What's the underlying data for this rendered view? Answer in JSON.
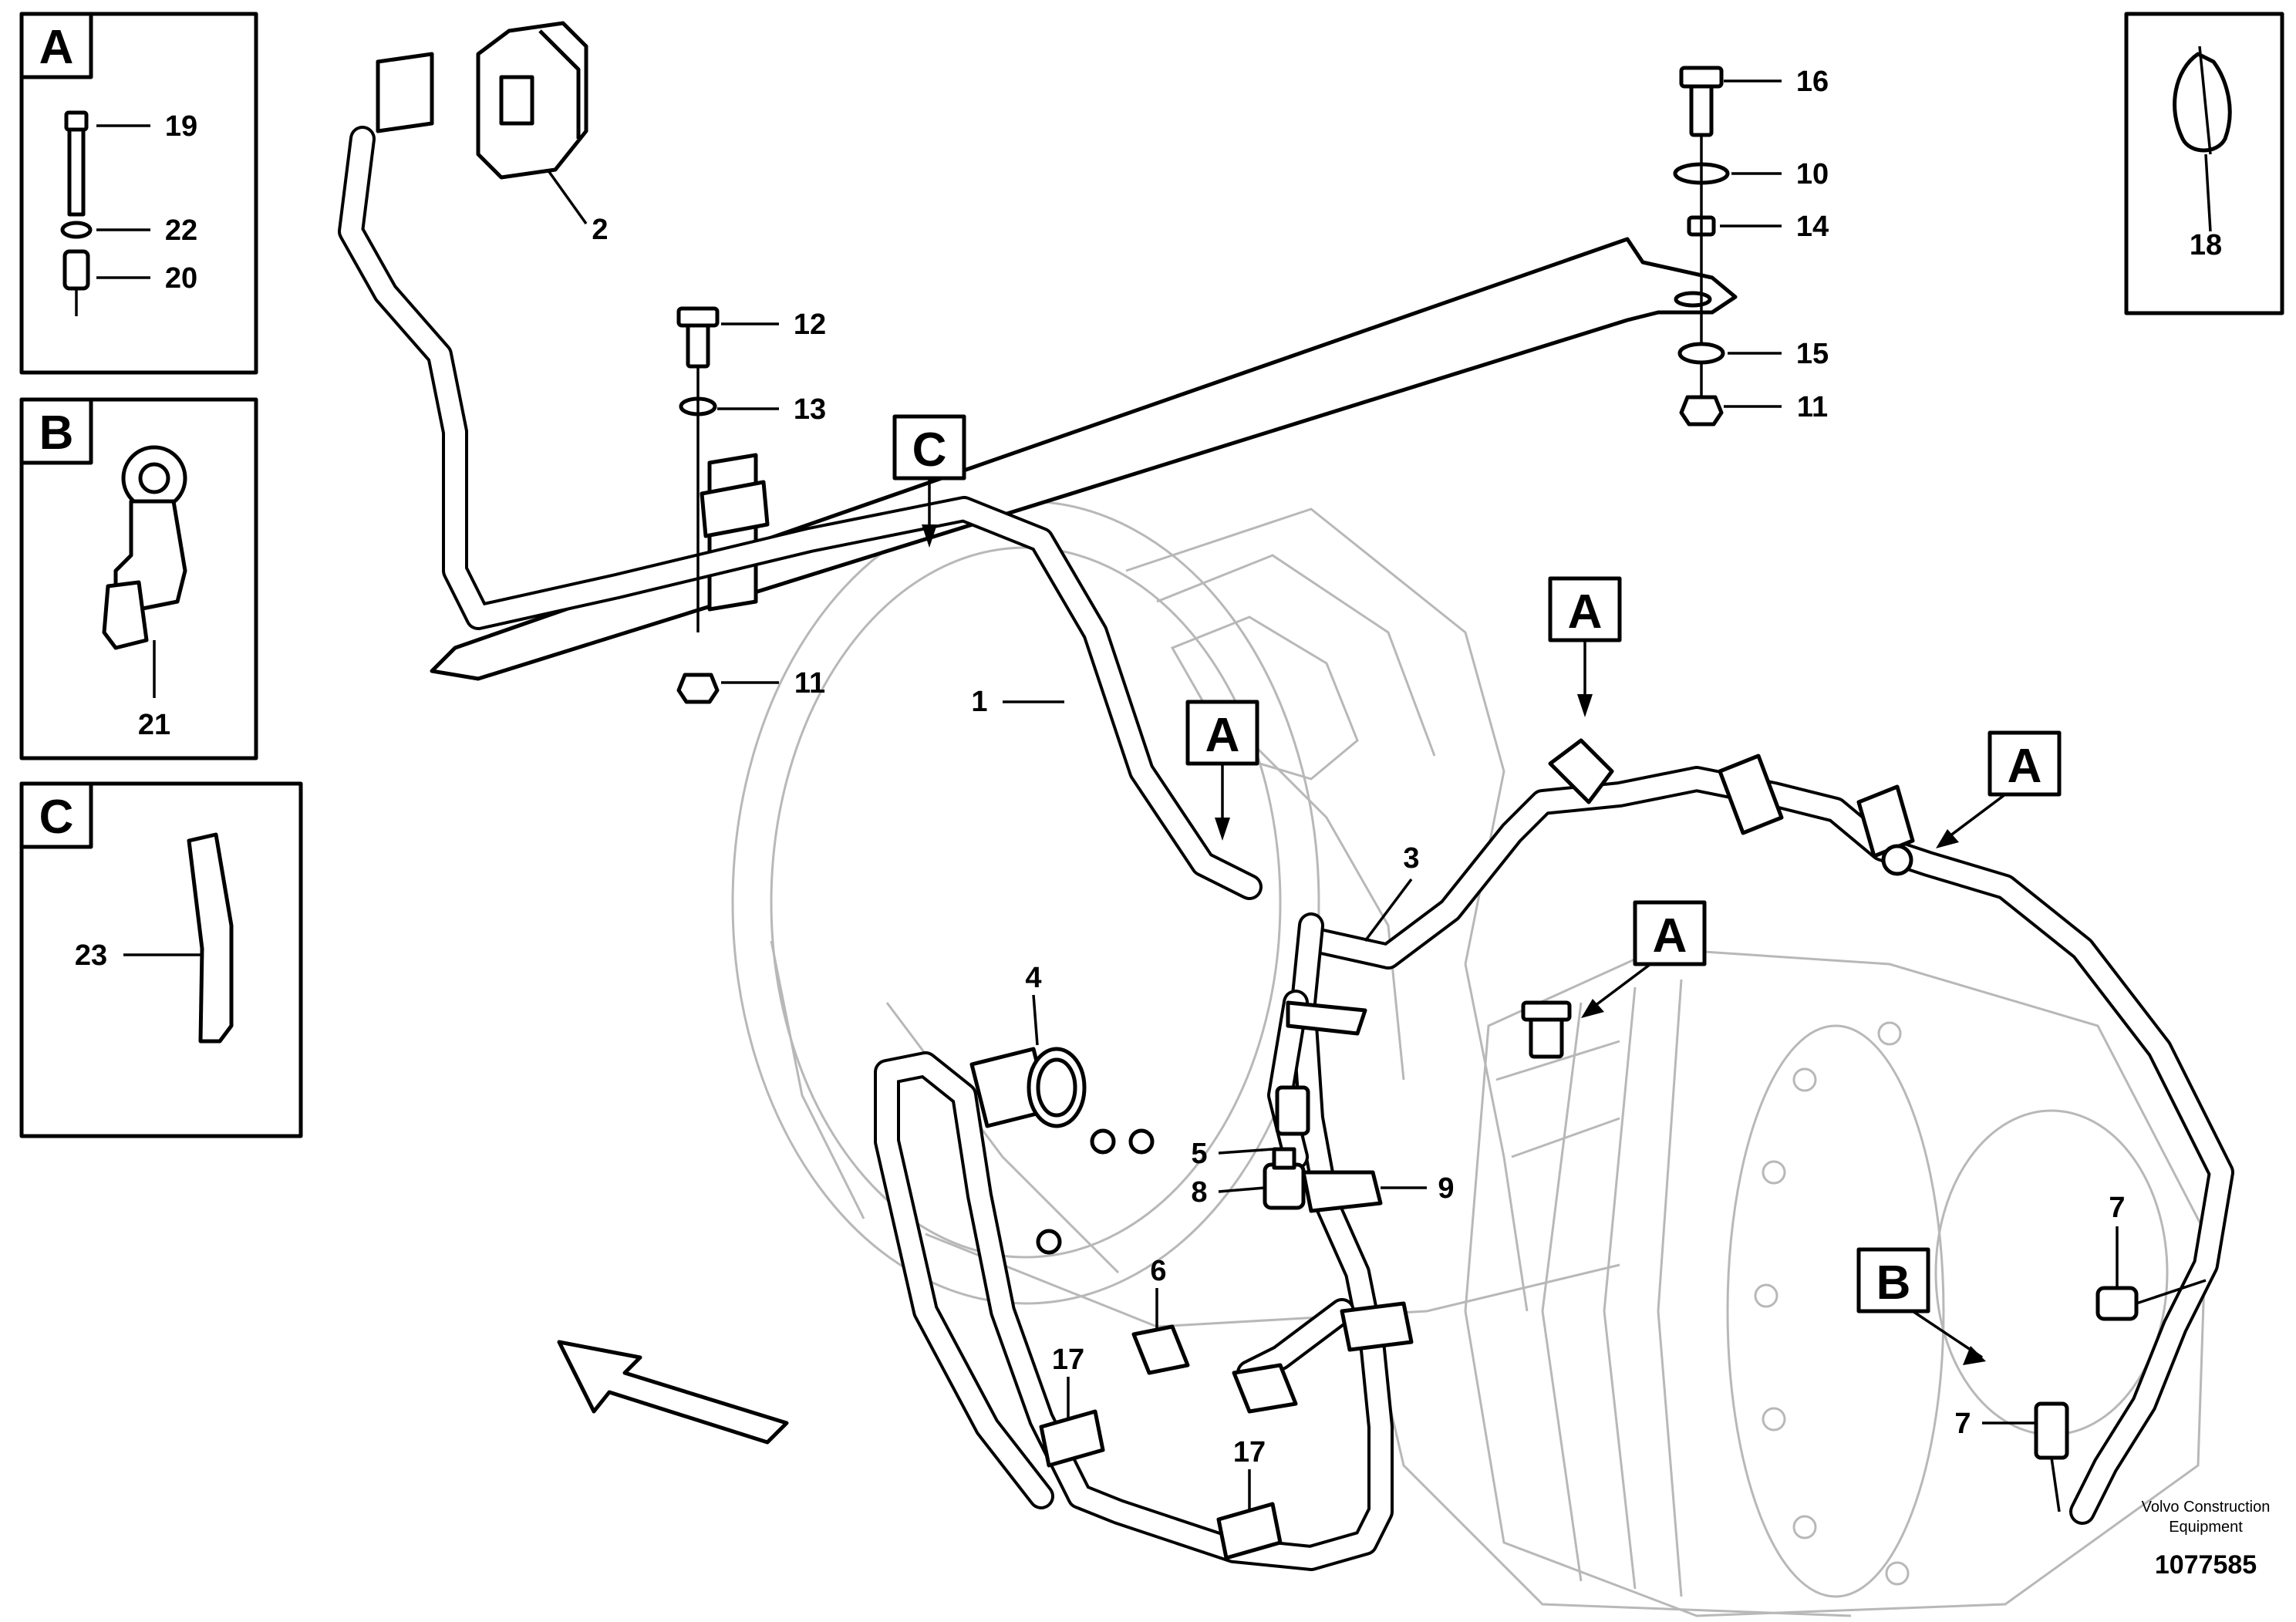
{
  "detail_boxes": [
    {
      "letter": "A",
      "items": [
        "19",
        "22",
        "20"
      ]
    },
    {
      "letter": "B",
      "items": [
        "21"
      ]
    },
    {
      "letter": "C",
      "items": [
        "23"
      ]
    }
  ],
  "callout_letters": {
    "c_bracket": "C",
    "a1": "A",
    "a2": "A",
    "a3": "A",
    "a4": "A",
    "b1": "B"
  },
  "part_labels": {
    "p1": "1",
    "p2": "2",
    "p3": "3",
    "p4": "4",
    "p5": "5",
    "p6": "6",
    "p7a": "7",
    "p7b": "7",
    "p8": "8",
    "p9": "9",
    "p10": "10",
    "p11a": "11",
    "p11b": "11",
    "p12": "12",
    "p13": "13",
    "p14": "14",
    "p15": "15",
    "p16": "16",
    "p17a": "17",
    "p17b": "17",
    "p18": "18",
    "p19": "19",
    "p20": "20",
    "p21": "21",
    "p22": "22",
    "p23": "23"
  },
  "footer": {
    "company_line1": "Volvo Construction",
    "company_line2": "Equipment",
    "drawing_number": "1077585"
  }
}
